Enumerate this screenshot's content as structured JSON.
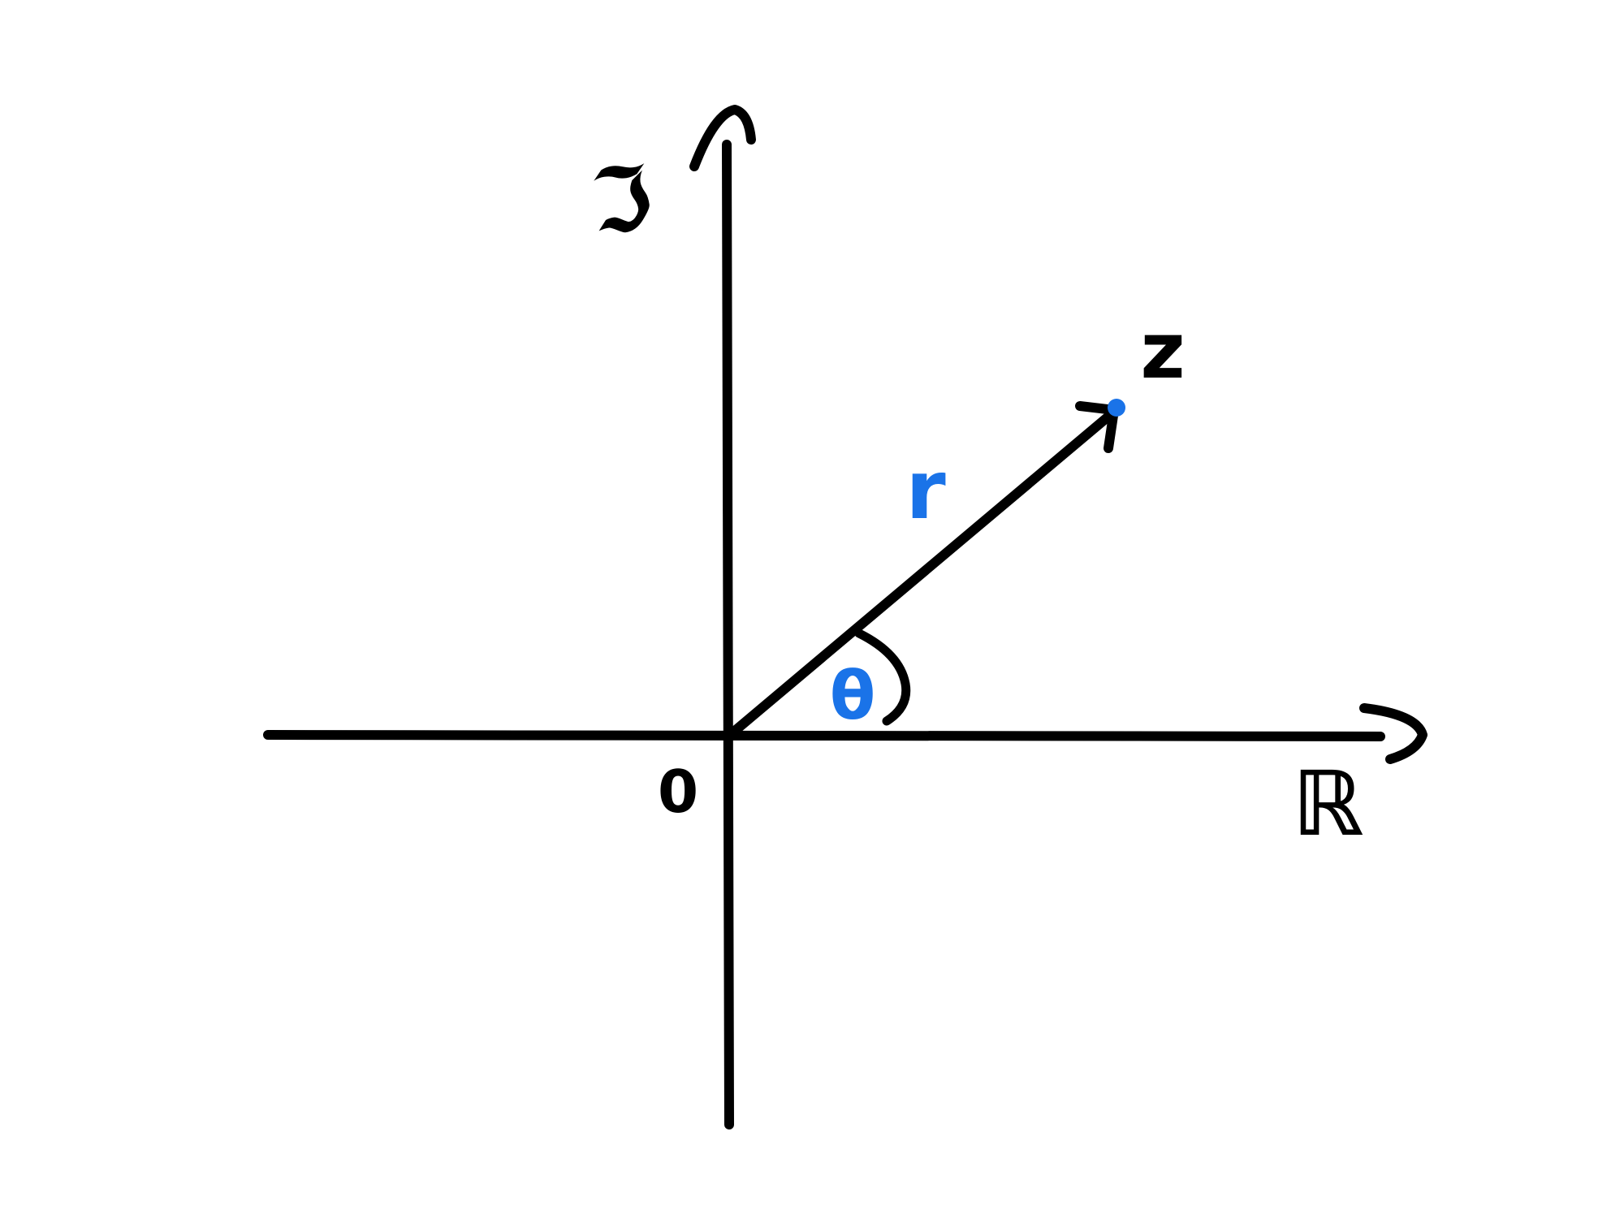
{
  "labels": {
    "imaginary_axis": "ℑ",
    "real_axis": "ℝ",
    "origin": "0",
    "point": "z",
    "modulus": "r",
    "argument": "θ"
  },
  "colors": {
    "ink": "#000000",
    "accent": "#1a73e8",
    "background": "#ffffff"
  }
}
